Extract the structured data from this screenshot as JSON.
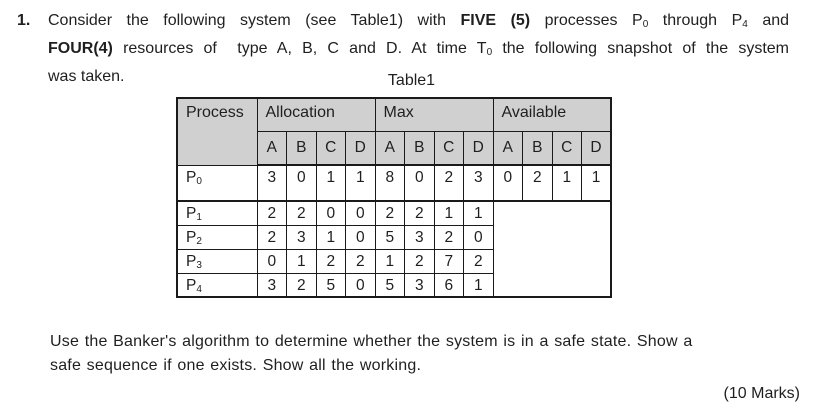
{
  "intro": {
    "number": "1.",
    "line1": {
      "s0": "Consider the following system (see Table1) with ",
      "s1": "FIVE (5)",
      "s2": " processes P",
      "s3": "0",
      "s4": " through P",
      "s5": "4",
      "s6": " and"
    },
    "line2": {
      "s0": "FOUR(4)",
      "s1": " resources of  type A, B, C and D. At time T",
      "s2": "0",
      "s3": " the following snapshot of the system"
    },
    "line3": "was taken."
  },
  "table": {
    "caption": "Table1",
    "header": {
      "process": "Process",
      "allocation": "Allocation",
      "max": "Max",
      "available": "Available",
      "cols": [
        "A",
        "B",
        "C",
        "D"
      ]
    },
    "rows": [
      {
        "p": "P",
        "sub": "0",
        "alloc": [
          "3",
          "0",
          "1",
          "1"
        ],
        "max": [
          "8",
          "0",
          "2",
          "3"
        ],
        "avail": [
          "0",
          "2",
          "1",
          "1"
        ]
      },
      {
        "p": "P",
        "sub": "1",
        "alloc": [
          "2",
          "2",
          "0",
          "0"
        ],
        "max": [
          "2",
          "2",
          "1",
          "1"
        ]
      },
      {
        "p": "P",
        "sub": "2",
        "alloc": [
          "2",
          "3",
          "1",
          "0"
        ],
        "max": [
          "5",
          "3",
          "2",
          "0"
        ]
      },
      {
        "p": "P",
        "sub": "3",
        "alloc": [
          "0",
          "1",
          "2",
          "2"
        ],
        "max": [
          "1",
          "2",
          "7",
          "2"
        ]
      },
      {
        "p": "P",
        "sub": "4",
        "alloc": [
          "3",
          "2",
          "5",
          "0"
        ],
        "max": [
          "5",
          "3",
          "6",
          "1"
        ]
      }
    ]
  },
  "question": {
    "line1": "Use the Banker's algorithm to determine whether the system is in a safe state. Show a",
    "line2": "safe sequence if one exists. Show all the working.",
    "marks": "(10 Marks)"
  },
  "colors": {
    "header_bg": "#d0d0d0",
    "border": "#1a1a1a",
    "text": "#1f1f1f",
    "page_bg": "#ffffff"
  }
}
